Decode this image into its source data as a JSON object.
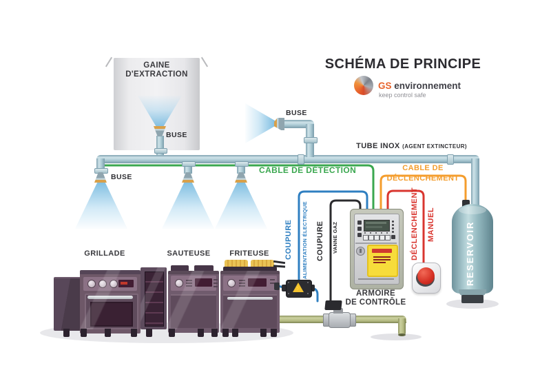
{
  "title": "SCHÉMA DE PRINCIPE",
  "logo": {
    "brand_gs": "GS",
    "brand_rest": "environnement",
    "tagline": "keep control safe"
  },
  "labels": {
    "duct_line1": "GAINE",
    "duct_line2": "D'EXTRACTION",
    "nozzle_duct": "BUSE",
    "nozzle_top": "BUSE",
    "nozzle_left": "BUSE",
    "tube_main": "TUBE INOX",
    "tube_paren": "(AGENT EXTINCTEUR)",
    "cable_detection": "CABLE DE DÉTECTION",
    "cable_trigger_line1": "CABLE DE",
    "cable_trigger_line2": "DÉCLENCHEMENT",
    "cut_power_title": "COUPURE",
    "cut_power_sub": "ALIMENTATION ÉLECTRIQUE",
    "cut_gas_title": "COUPURE",
    "cut_gas_sub": "VANNE GAZ",
    "manual_line1": "DÉCLENCHEMENT",
    "manual_line2": "MANUEL",
    "reservoir": "RESERVOIR",
    "cabinet_line1": "ARMOIRE",
    "cabinet_line2": "DE CONTRÔLE",
    "appliance_grill": "GRILLADE",
    "appliance_saute": "SAUTEUSE",
    "appliance_fryer": "FRITEUSE"
  },
  "colors": {
    "detection_green": "#3aa74f",
    "trigger_orange": "#f49d2d",
    "manual_red": "#d9362f",
    "power_blue": "#2f7fc1",
    "gas_black": "#2b2b2e",
    "pipe_steel": "#adcbd5",
    "gas_pipe_olive": "#b4ba82",
    "brand_orange": "#e8632c",
    "text_dark": "#3a3a3e"
  }
}
